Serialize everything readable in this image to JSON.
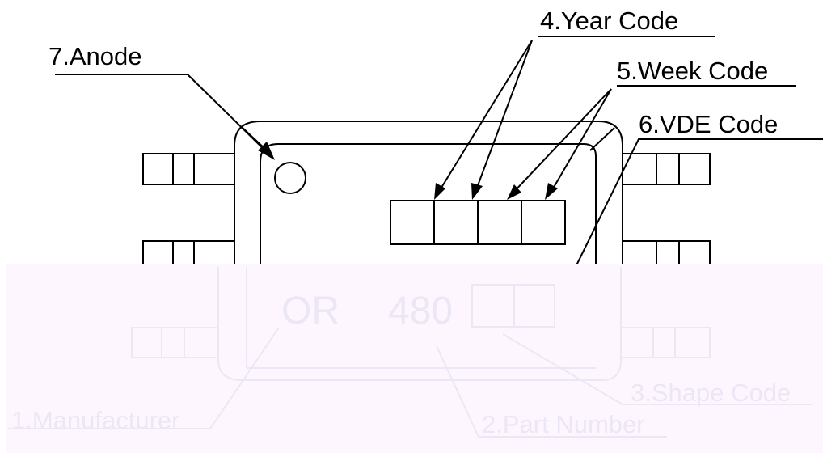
{
  "diagram": {
    "callouts": {
      "anode": "7.Anode",
      "year_code": "4.Year Code",
      "week_code": "5.Week Code",
      "vde_code": "6.VDE Code",
      "shape_code": "3.Shape Code",
      "manufacturer": "1.Manufacturer",
      "part_number": "2.Part Number"
    },
    "marking": {
      "manufacturer_text": "OR",
      "part_number_text": "480"
    }
  },
  "colors": {
    "ink": "#000000",
    "overlay": "#fef6fe",
    "faded_ink": "#ece7f4"
  }
}
